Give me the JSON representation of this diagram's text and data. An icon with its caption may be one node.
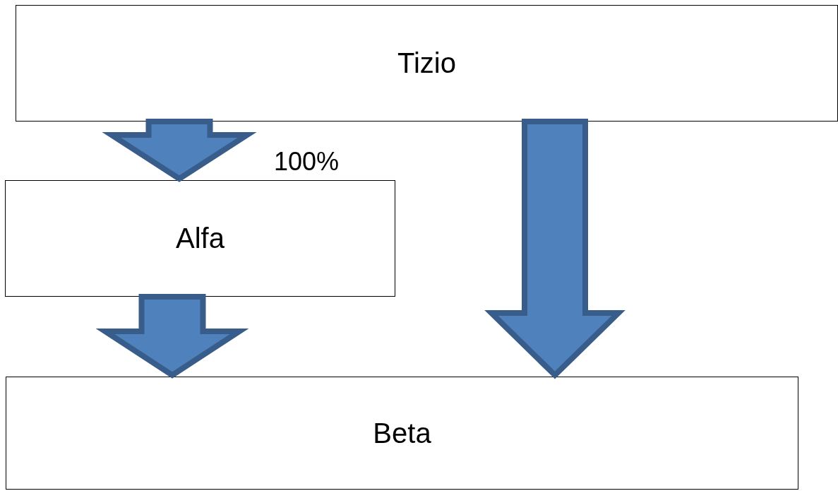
{
  "diagram": {
    "nodes": [
      {
        "text": [
          "Tizio"
        ]
      },
      {
        "text": [
          "Alfa"
        ]
      },
      {
        "text": [
          "Beta"
        ]
      }
    ],
    "edges": [
      {
        "from": 0,
        "to": 1,
        "arrow": "to",
        "label": "100%"
      },
      {
        "from": 1,
        "to": 2,
        "arrow": "to"
      },
      {
        "from": 0,
        "to": 2,
        "arrow": "to"
      }
    ]
  }
}
